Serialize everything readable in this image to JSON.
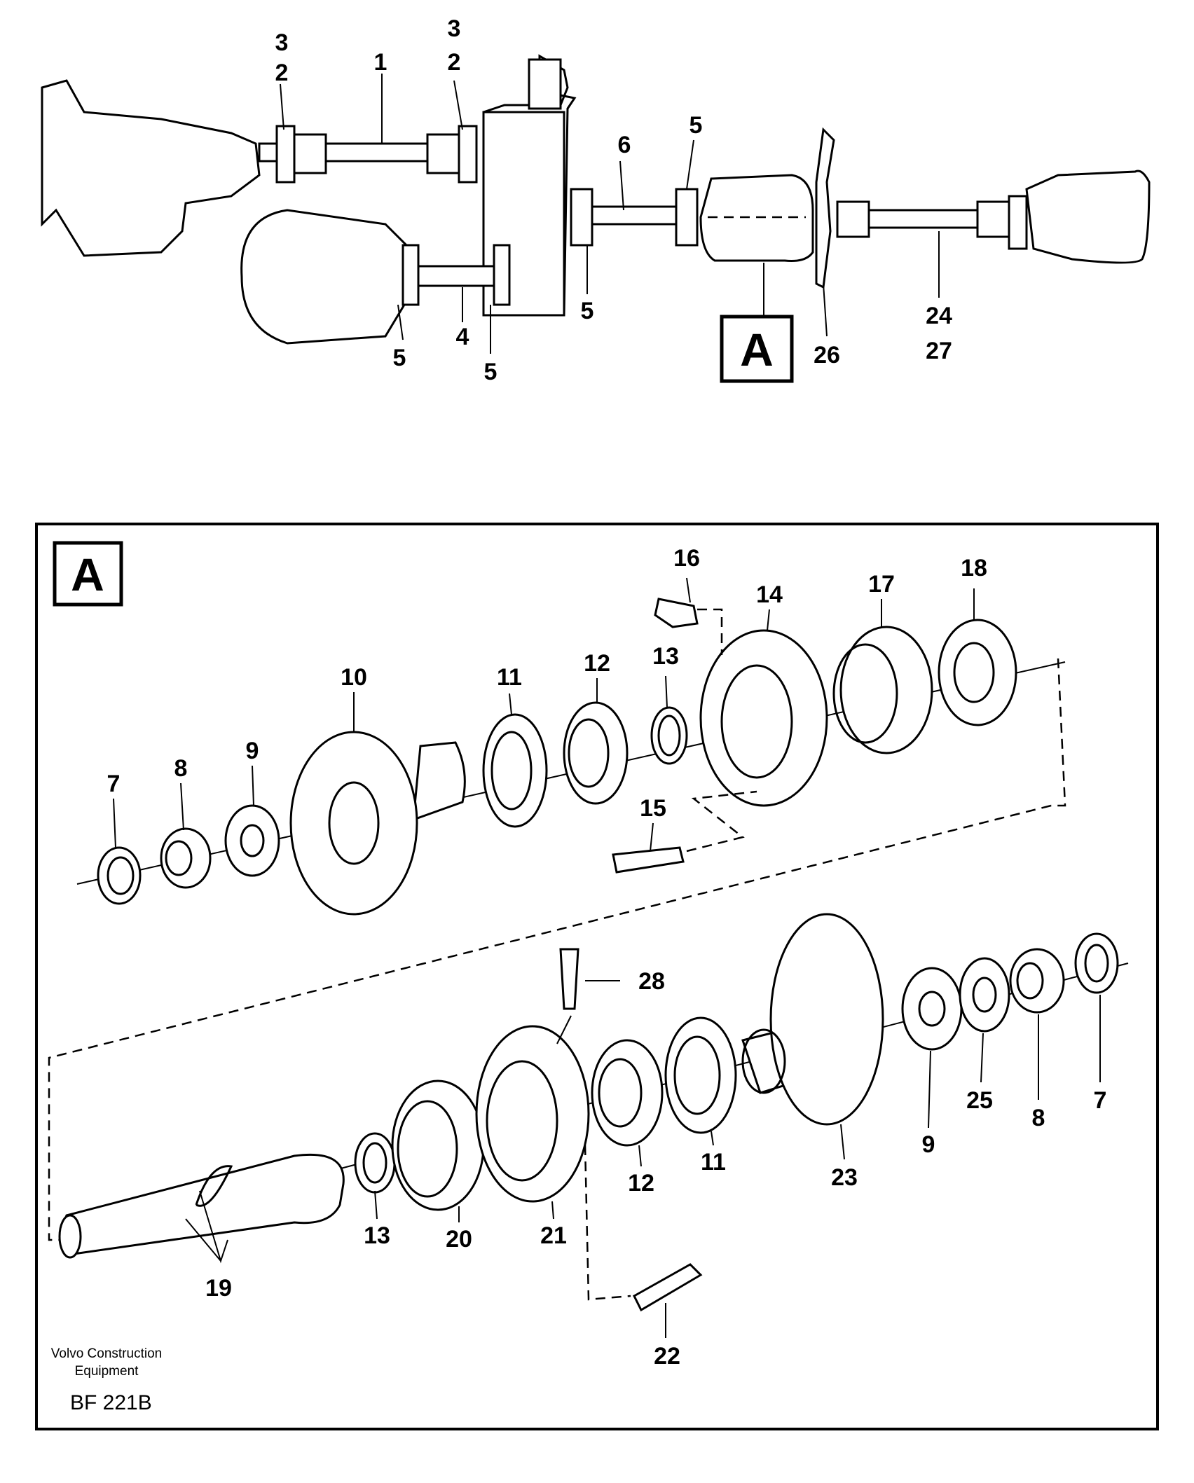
{
  "overview": {
    "labels": [
      "3",
      "2",
      "1",
      "3",
      "2",
      "6",
      "5",
      "5",
      "5",
      "4",
      "5",
      "26",
      "24",
      "27"
    ],
    "section_marker": "A"
  },
  "detail": {
    "section_marker": "A",
    "upper_labels": [
      "16",
      "14",
      "17",
      "18",
      "10",
      "11",
      "12",
      "13",
      "7",
      "8",
      "9",
      "15"
    ],
    "lower_labels": [
      "28",
      "9",
      "25",
      "8",
      "7",
      "23",
      "12",
      "11",
      "13",
      "20",
      "21",
      "19",
      "22"
    ]
  },
  "footer": {
    "company_line1": "Volvo Construction",
    "company_line2": "Equipment",
    "code": "BF 221B"
  }
}
